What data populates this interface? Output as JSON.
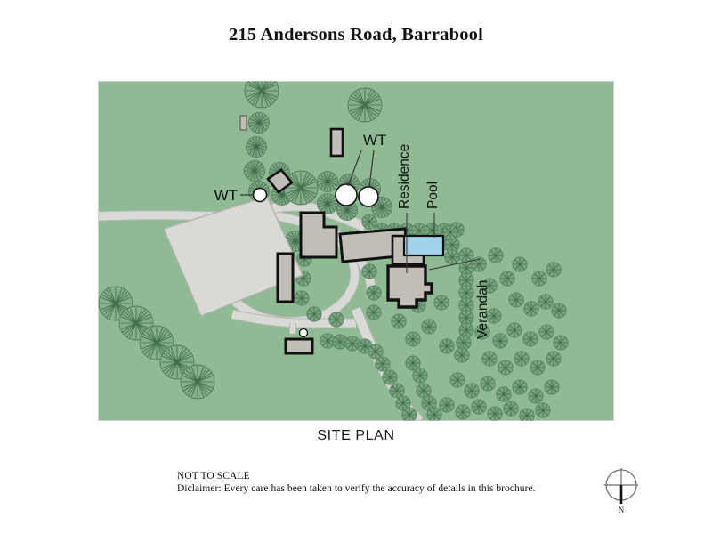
{
  "document": {
    "title": "215 Andersons Road, Barrabool",
    "caption": "SITE PLAN"
  },
  "footer": {
    "scale_note": "NOT TO SCALE",
    "disclaimer": "Diclaimer: Every care has been taken to verify the accuracy of details in this brochure."
  },
  "compass": {
    "north_label": "N",
    "icon": "compass-north-icon"
  },
  "plan": {
    "labels": {
      "water_tank_west": "WT",
      "water_tank_north": "WT",
      "residence": "Residence",
      "pool": "Pool",
      "verandah": "Verandah"
    },
    "colors": {
      "ground": "#8fba94",
      "ground_edge": "#7da882",
      "paving": "#d9d9d6",
      "paving_edge": "#b9b9b4",
      "building_fill": "#c3bdb8",
      "building_outline": "#111111",
      "tank_fill": "#ffffff",
      "pool_fill": "#9fd3ec",
      "tree_fill": "#78a37f",
      "tree_line": "#3f6b4a",
      "tree_large_fill": "#85ae88",
      "label_text": "#111111"
    },
    "features": {
      "ground_parcel": "rectangular-parcel",
      "driveway": "looped-driveway",
      "large_shed": "large-rectangular-shed",
      "inner_shed": "narrow-shed-in-loop",
      "lower_shed": "small-shed-lower",
      "residence_building": "main-residence",
      "verandah_wing": "verandah-wing",
      "pool_feature": "swimming-pool",
      "water_tanks": 3,
      "tree_count_small": 84,
      "tree_count_large": 18
    }
  }
}
